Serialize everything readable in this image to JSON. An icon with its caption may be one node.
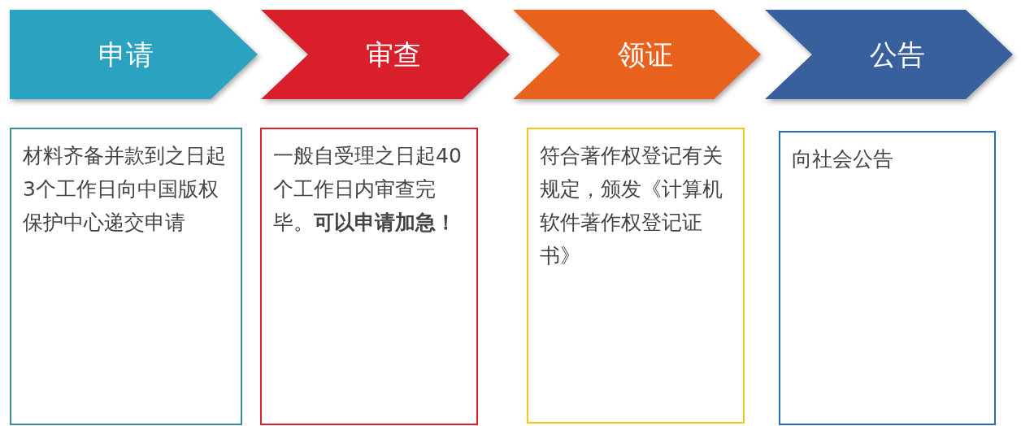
{
  "diagram": {
    "nodes": [
      {
        "text": [
          "申请"
        ]
      },
      {
        "text": [
          "审查"
        ]
      },
      {
        "text": [
          "领证"
        ]
      },
      {
        "text": [
          "公告"
        ]
      },
      {
        "text": [
          "材料齐备并款到之日起3个工作日向中国版权保护中心递交申请"
        ]
      },
      {
        "text": [
          "一般自受理之日起40个工作日内审查完毕。**可以申请加急！**"
        ]
      },
      {
        "text": [
          "符合著作权登记有关规定，颁发《计算机软件著作权登记证书》"
        ]
      },
      {
        "text": [
          "向社会公告"
        ]
      }
    ]
  }
}
